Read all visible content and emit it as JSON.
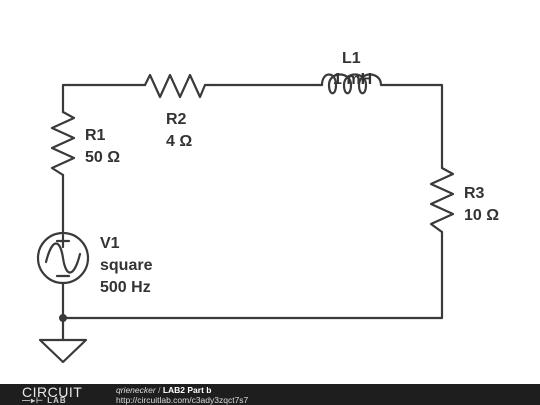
{
  "components": {
    "L1": {
      "name": "L1",
      "value": "1 mH"
    },
    "R1": {
      "name": "R1",
      "value": "50 Ω"
    },
    "R2": {
      "name": "R2",
      "value": "4 Ω"
    },
    "R3": {
      "name": "R3",
      "value": "10 Ω"
    },
    "V1": {
      "name": "V1",
      "type": "square",
      "frequency": "500 Hz"
    }
  },
  "footer": {
    "logo_top": "CIRCUIT",
    "logo_bottom": "LAB",
    "author": "qrienecker",
    "separator": "/",
    "title": "LAB2 Part b",
    "url": "http://circuitlab.com/c3ady3zqct7s7"
  },
  "colors": {
    "wire": "#3a3a3a",
    "text": "#333333",
    "footer_bg": "#1e1e1e"
  }
}
